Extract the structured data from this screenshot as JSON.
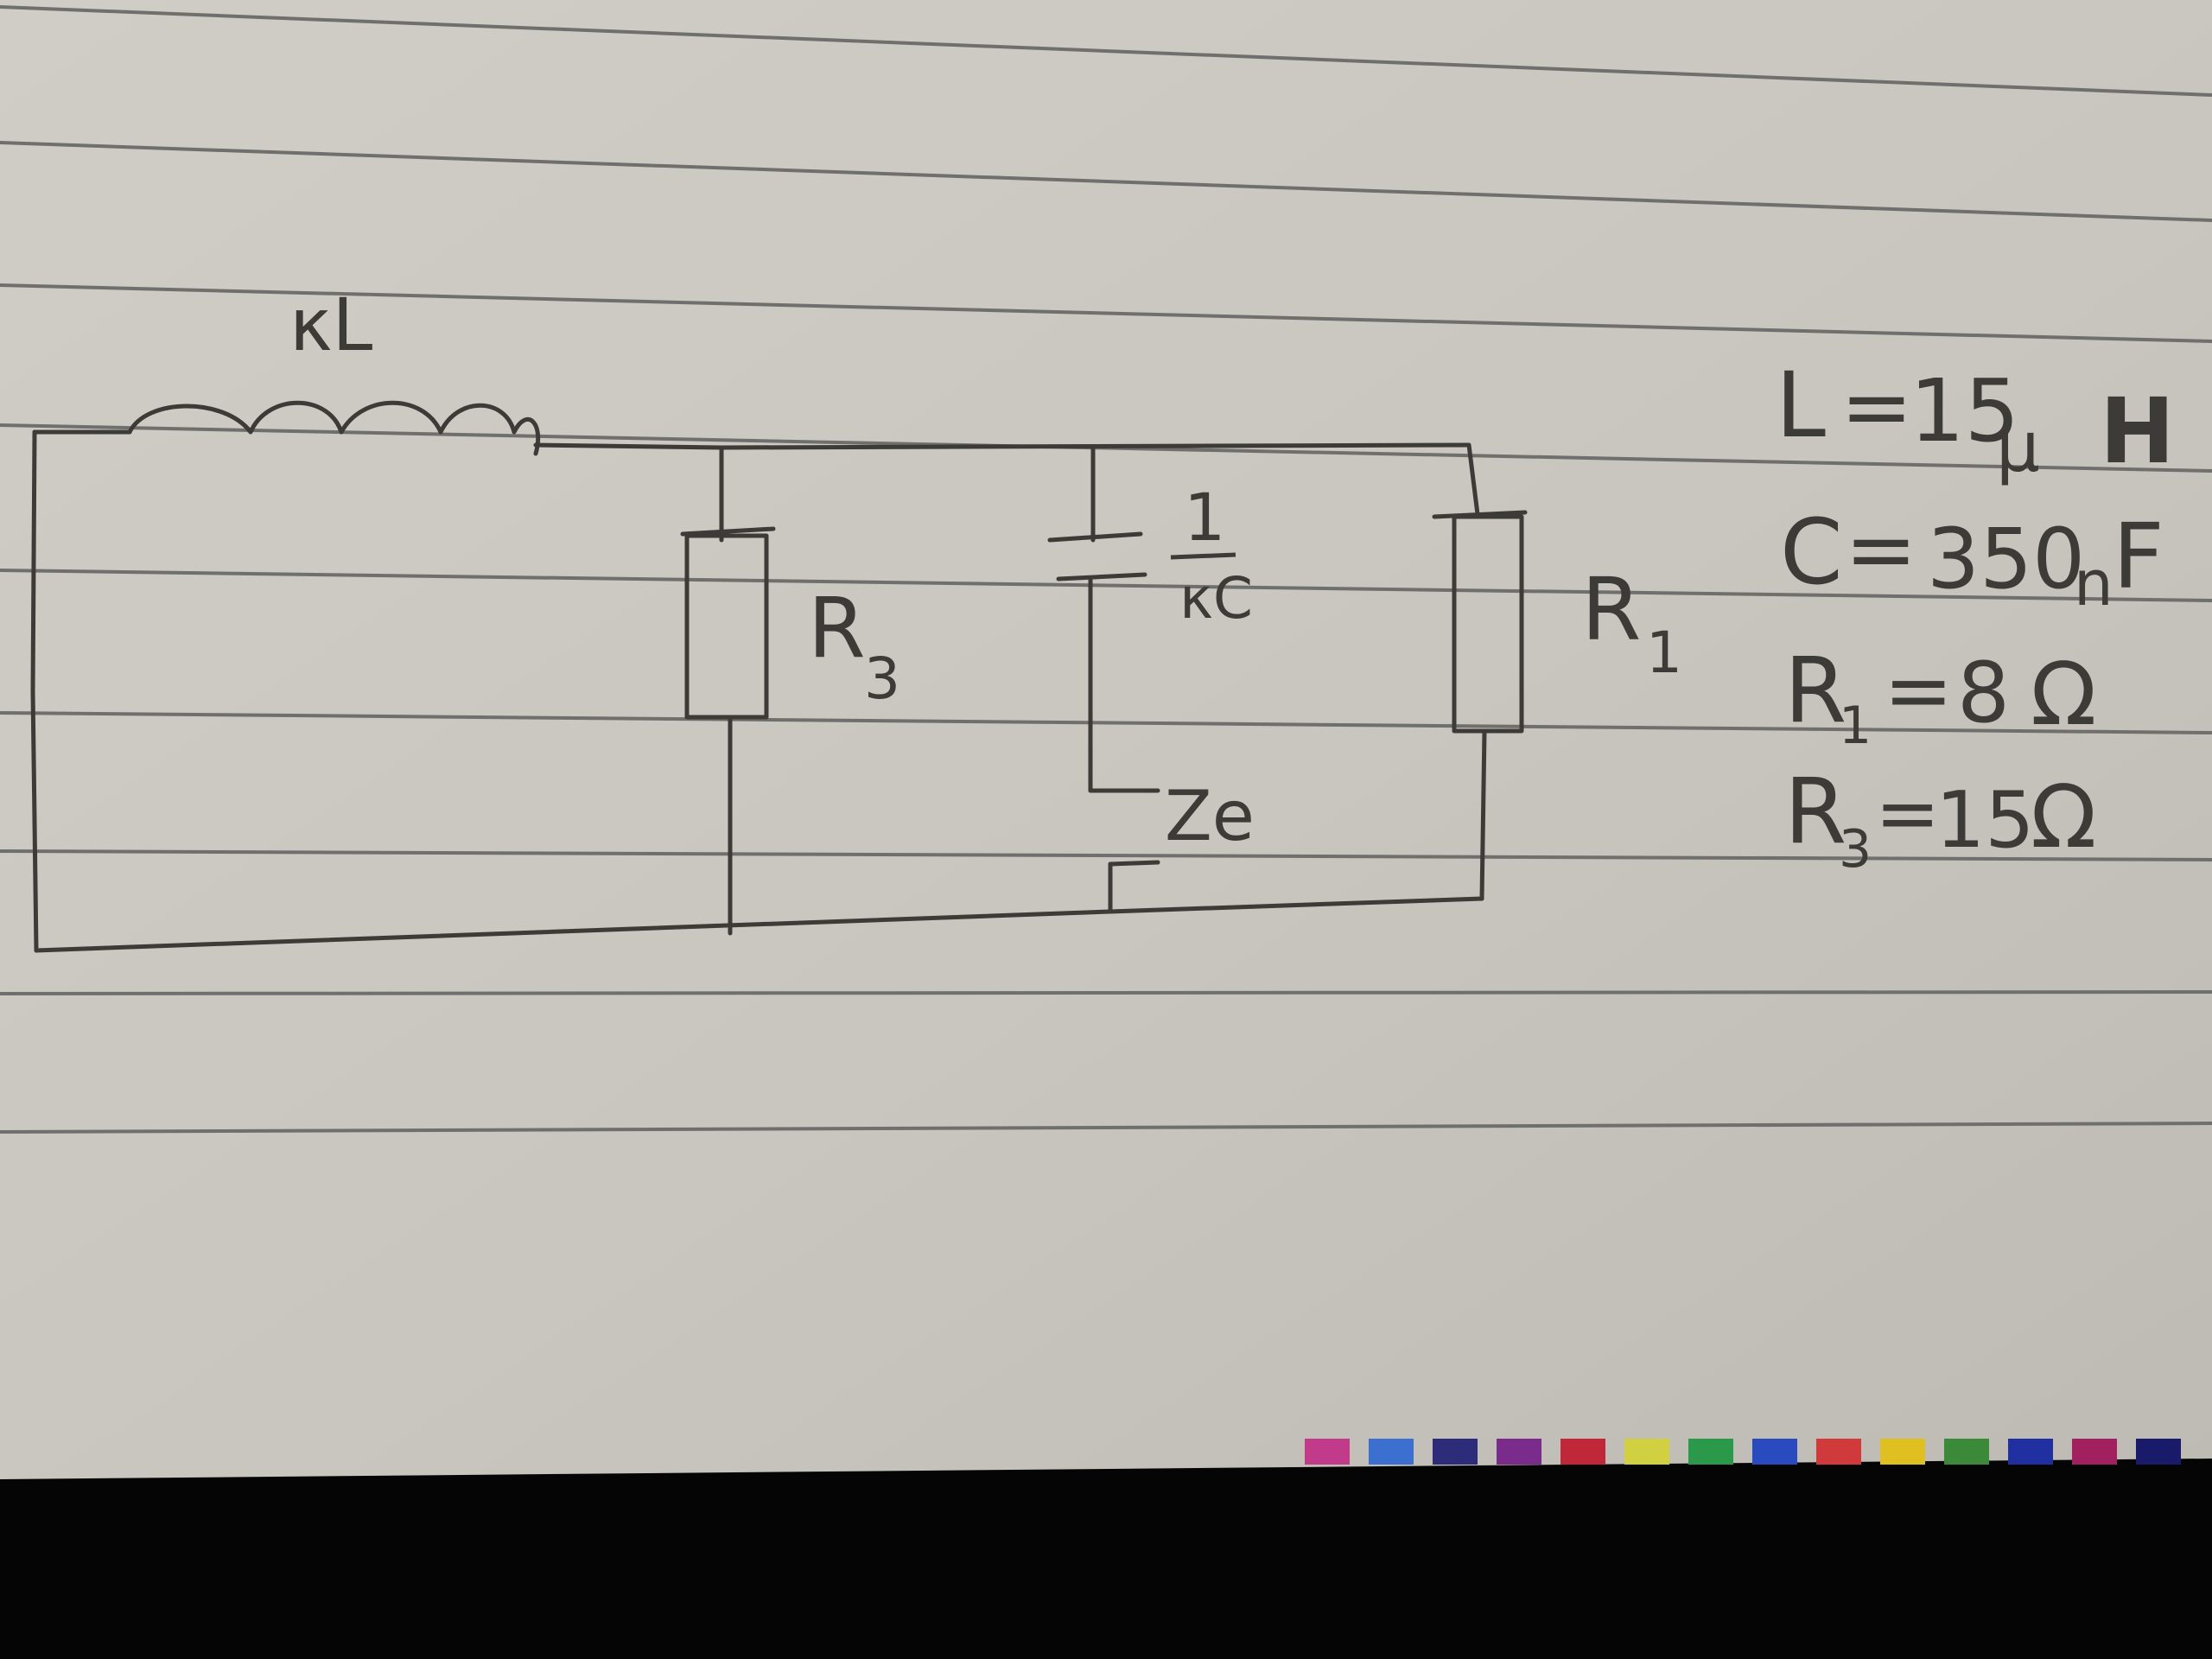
{
  "colors": {
    "paper": "#c9c7bf",
    "paper_light": "#d2d0c8",
    "ruled_line": "#6f6f6d",
    "ink": "#3d3b38",
    "background": "#050505"
  },
  "circuit": {
    "inductor_label": "κL",
    "capacitor_label_num": "1",
    "capacitor_label_den": "κC",
    "r3_letter": "R",
    "r3_sub": "3",
    "r1_letter": "R",
    "r1_sub": "1",
    "port_label": "Ze"
  },
  "values": {
    "L": {
      "name": "L",
      "eq": "=",
      "value": "15",
      "unit_prefix": "μ",
      "unit": "H"
    },
    "C": {
      "name": "C",
      "eq": "=",
      "value": "350",
      "unit_prefix": "n",
      "unit": "F"
    },
    "R1": {
      "name": "R",
      "sub": "1",
      "eq": "=",
      "value": "8",
      "unit": "Ω"
    },
    "R3": {
      "name": "R",
      "sub": "3",
      "eq": "=",
      "value": "15",
      "unit": "Ω"
    }
  },
  "color_strip": [
    "#c23b8a",
    "#3b6fd0",
    "#2c2c7a",
    "#7a2c8c",
    "#c0283a",
    "#d0d040",
    "#2a9a4a",
    "#2a4ac0",
    "#d03a3a",
    "#e0c020",
    "#3a8a3a",
    "#2030a0",
    "#a02060",
    "#1a1a6a"
  ]
}
